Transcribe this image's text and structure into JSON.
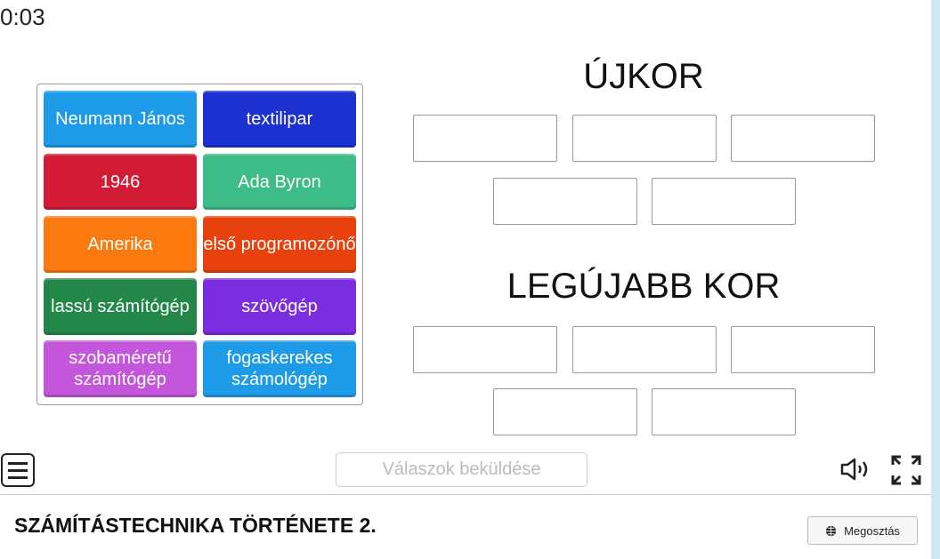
{
  "timer": "0:03",
  "tiles": [
    {
      "label": "Neumann János",
      "color": "#1e9be8"
    },
    {
      "label": "textilipar",
      "color": "#1d31d0"
    },
    {
      "label": "1946",
      "color": "#d21b34"
    },
    {
      "label": "Ada Byron",
      "color": "#3dbb88"
    },
    {
      "label": "Amerika",
      "color": "#fb7a0f"
    },
    {
      "label": "első programozónő",
      "color": "#e8410e"
    },
    {
      "label": "lassú számítógép",
      "color": "#23874a"
    },
    {
      "label": "szövőgép",
      "color": "#7a2ee0"
    },
    {
      "label": "szobaméretű számítógép",
      "color": "#c456db"
    },
    {
      "label": "fogaskerekes számológép",
      "color": "#1e9be8"
    }
  ],
  "groups": [
    {
      "title": "ÚJKOR"
    },
    {
      "title": "LEGÚJABB KOR"
    }
  ],
  "submit_label": "Válaszok beküldése",
  "activity_title": "SZÁMÍTÁSTECHNIKA TÖRTÉNETE 2.",
  "share_label": "Megosztás"
}
